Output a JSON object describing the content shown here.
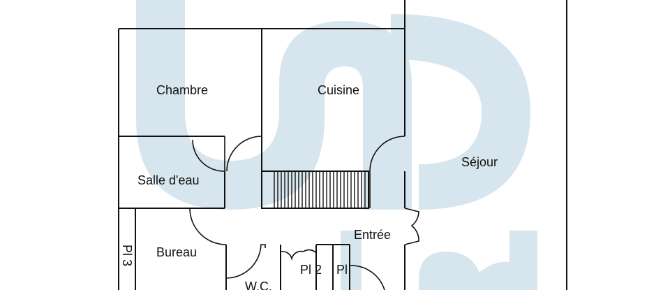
{
  "plan": {
    "rooms": {
      "chambre": "Chambre",
      "cuisine": "Cuisine",
      "sejour": "Séjour",
      "salle_deau": "Salle d'eau",
      "entree": "Entrée",
      "bureau": "Bureau",
      "wc": "W.C.",
      "pl2": "Pl 2",
      "pl": "Pl",
      "pl3": "Pl 3"
    }
  },
  "watermark": {
    "color": "#cfe0ea"
  },
  "colors": {
    "wall": "#111111",
    "background": "#ffffff"
  }
}
